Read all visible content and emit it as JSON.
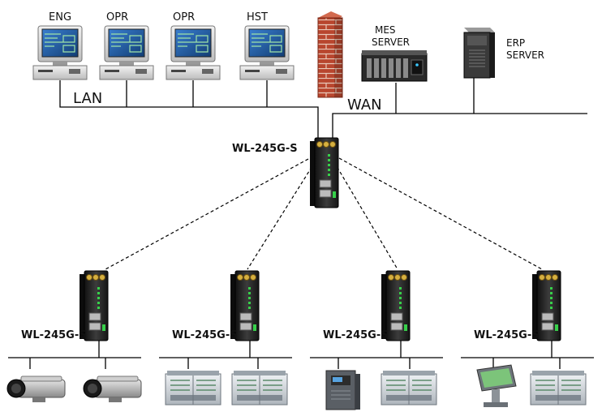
{
  "top_labels": {
    "ws1": "ENG",
    "ws2": "OPR",
    "ws3": "OPR",
    "ws4": "HST",
    "mes_line1": "MES",
    "mes_line2": "SERVER",
    "erp_line1": "ERP",
    "erp_line2": "SERVER"
  },
  "network_labels": {
    "lan": "LAN",
    "wan": "WAN"
  },
  "gateway": {
    "label": "WL-245G-S"
  },
  "nodes": [
    {
      "label": "WL-245G-S"
    },
    {
      "label": "WL-245G-S"
    },
    {
      "label": "WL-245G-S"
    },
    {
      "label": "WL-245G-S"
    }
  ],
  "colors": {
    "line": "#000000",
    "brick": "#b8462e",
    "device_body": "#2b2b2b",
    "plc": "#d6dbe0",
    "screen": "#1f5fa8"
  }
}
